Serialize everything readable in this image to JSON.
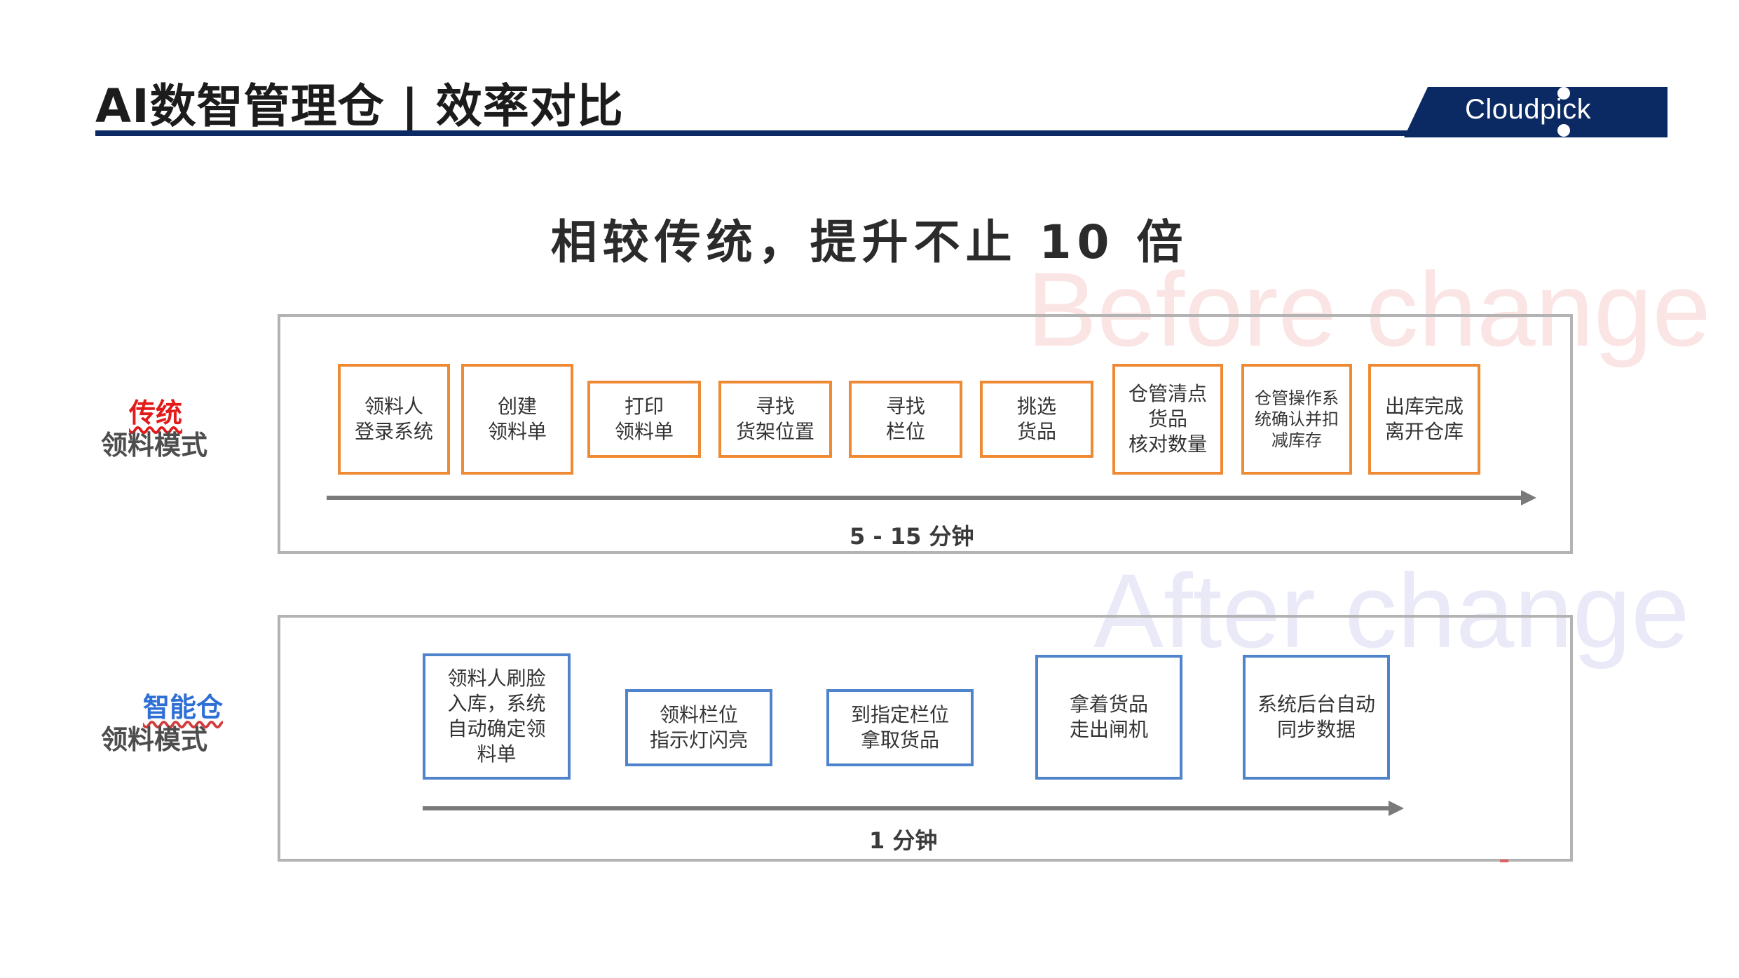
{
  "header": {
    "title": "AI数智管理仓 | 效率对比",
    "logo": "Cloudpick",
    "colors": {
      "brand": "#0b2a63"
    }
  },
  "headline": "相较传统，提升不止 10 倍",
  "watermarks": {
    "before": "Before change",
    "after": "After change"
  },
  "traditional": {
    "label_accent": "传统",
    "label_rest": "领料模式",
    "border_color": "#ee8a33",
    "steps": [
      "领料人\n登录系统",
      "创建\n领料单",
      "打印\n领料单",
      "寻找\n货架位置",
      "寻找\n栏位",
      "挑选\n货品",
      "仓管清点\n货品\n核对数量",
      "仓管操作系\n统确认并扣\n减库存",
      "出库完成\n离开仓库"
    ],
    "duration": "5 - 15 分钟"
  },
  "smart": {
    "label_accent": "智能仓",
    "label_rest": "领料模式",
    "border_color": "#4f83cc",
    "steps": [
      "领料人刷脸\n入库，系统\n自动确定领\n料单",
      "领料栏位\n指示灯闪亮",
      "到指定栏位\n拿取货品",
      "拿着货品\n走出闸机",
      "系统后台自动\n同步数据"
    ],
    "duration": "1 分钟"
  }
}
